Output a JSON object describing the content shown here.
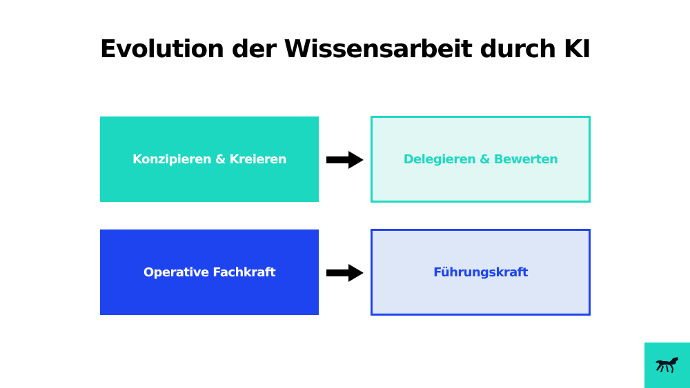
{
  "title": "Evolution der Wissensarbeit durch KI",
  "rows": [
    {
      "from": "Konzipieren & Kreieren",
      "to": "Delegieren & Bewerten"
    },
    {
      "from": "Operative Fachkraft",
      "to": "Führungskraft"
    }
  ],
  "colors": {
    "teal": "#1dd8c1",
    "teal_light": "#e0f7f4",
    "blue": "#1e44f0",
    "blue_light": "#dde7f8",
    "arrow": "#000000"
  },
  "logo": {
    "icon": "horse-icon"
  }
}
